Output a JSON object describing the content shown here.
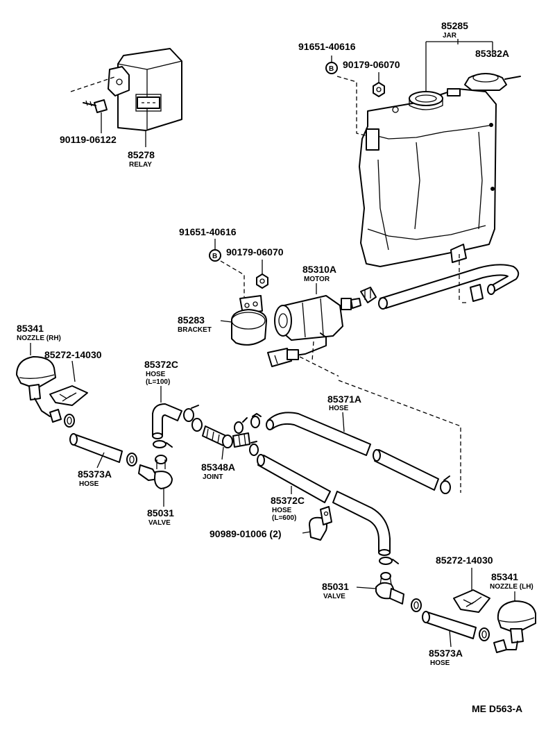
{
  "labels": {
    "jar_number": "85285",
    "jar_name": "JAR",
    "cap_number": "85332A",
    "screw_jar_number": "91651-40616",
    "screw_jar_mark": "B",
    "nut_jar_number": "90179-06070",
    "relay_bolt_number": "90119-06122",
    "relay_number": "85278",
    "relay_name": "RELAY",
    "screw_motor_number": "91651-40616",
    "screw_motor_mark": "B",
    "nut_motor_number": "90179-06070",
    "motor_number": "85310A",
    "motor_name": "MOTOR",
    "bracket_number": "85283",
    "bracket_name": "BRACKET",
    "nozzle_rh_number": "85341",
    "nozzle_rh_name": "NOZZLE (RH)",
    "clip_rh_number": "85272-14030",
    "hose_short_number": "85372C",
    "hose_short_name": "HOSE",
    "hose_short_length": "(L=100)",
    "hose_long_number": "85371A",
    "hose_long_name": "HOSE",
    "hose_rh_number": "85373A",
    "hose_rh_name": "HOSE",
    "joint_number": "85348A",
    "joint_name": "JOINT",
    "valve_rh_number": "85031",
    "valve_rh_name": "VALVE",
    "hose_mid_number": "85372C",
    "hose_mid_name": "HOSE",
    "hose_mid_length": "(L=600)",
    "clamp_number": "90989-01006 (2)",
    "clip_lh_number": "85272-14030",
    "nozzle_lh_number": "85341",
    "nozzle_lh_name": "NOZZLE (LH)",
    "valve_lh_number": "85031",
    "valve_lh_name": "VALVE",
    "hose_lh_number": "85373A",
    "hose_lh_name": "HOSE",
    "drawing_code": "ME D563-A"
  }
}
